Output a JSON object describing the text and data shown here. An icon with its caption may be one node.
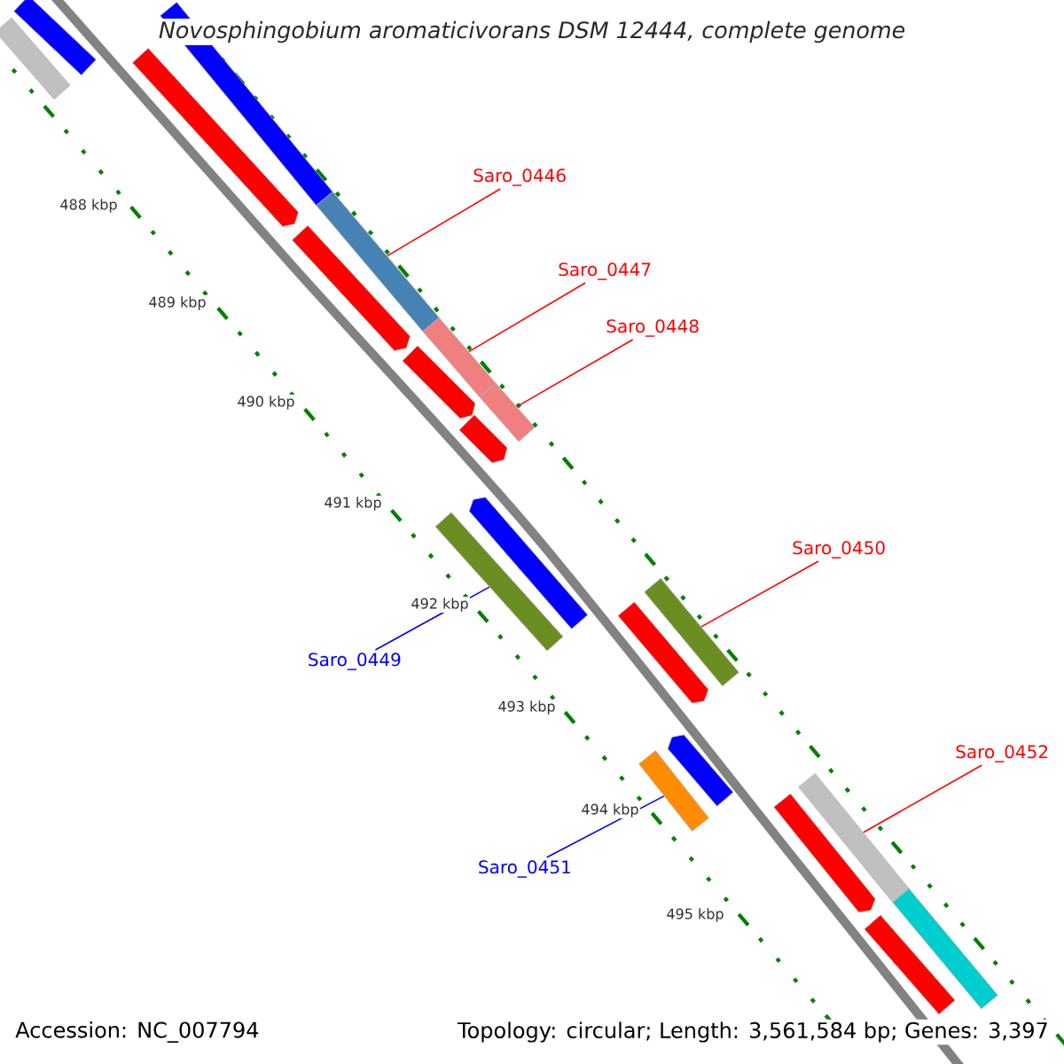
{
  "diagram": {
    "title": "Novosphingobium aromaticivorans DSM 12444, complete genome",
    "nodes": [
      {
        "text": [
          "Saro_0446"
        ]
      },
      {
        "text": [
          "Saro_0447"
        ]
      },
      {
        "text": [
          "Saro_0448"
        ]
      },
      {
        "text": [
          "Saro_0450"
        ]
      },
      {
        "text": [
          "Saro_0449"
        ]
      },
      {
        "text": [
          "Saro_0452"
        ]
      },
      {
        "text": [
          "Saro_0451"
        ]
      },
      {
        "text": [],
        "shape": "bar"
      },
      {
        "text": [],
        "shape": "bar"
      },
      {
        "text": [],
        "shape": "bar"
      },
      {
        "text": [],
        "shape": "arrow"
      },
      {
        "text": [],
        "shape": "bar"
      },
      {
        "text": [],
        "shape": "arrow"
      },
      {
        "text": [],
        "shape": "bar"
      },
      {
        "text": [],
        "shape": "arrow"
      },
      {
        "text": [],
        "shape": "bar"
      },
      {
        "text": [],
        "shape": "arrow"
      },
      {
        "text": [],
        "shape": "arrow"
      },
      {
        "text": [],
        "shape": "bar"
      },
      {
        "text": [],
        "shape": "bar"
      },
      {
        "text": [],
        "shape": "arrow"
      },
      {
        "text": [],
        "shape": "arrow"
      },
      {
        "text": [],
        "shape": "bar"
      },
      {
        "text": [],
        "shape": "bar"
      },
      {
        "text": [],
        "shape": "arrow"
      },
      {
        "text": [],
        "shape": "bar"
      },
      {
        "text": [],
        "shape": "bar"
      }
    ],
    "edges": [
      {
        "from": 0,
        "to": 11,
        "arrow": "none"
      },
      {
        "from": 1,
        "to": 13,
        "arrow": "none"
      },
      {
        "from": 2,
        "to": 15,
        "arrow": "none"
      },
      {
        "from": 3,
        "to": 19,
        "arrow": "none"
      },
      {
        "from": 4,
        "to": 18,
        "arrow": "none",
        "color": "#0000ff"
      },
      {
        "from": 5,
        "to": 23,
        "arrow": "none"
      },
      {
        "from": 6,
        "to": 22,
        "arrow": "none",
        "color": "#0000ff"
      }
    ],
    "labels": [
      "488 kbp",
      "489 kbp",
      "490 kbp",
      "491 kbp",
      "492 kbp",
      "493 kbp",
      "494 kbp",
      "495 kbp",
      "Accession: NC_007794",
      "Topology: circular; Length: 3,561,584 bp; Genes: 3,397"
    ]
  }
}
